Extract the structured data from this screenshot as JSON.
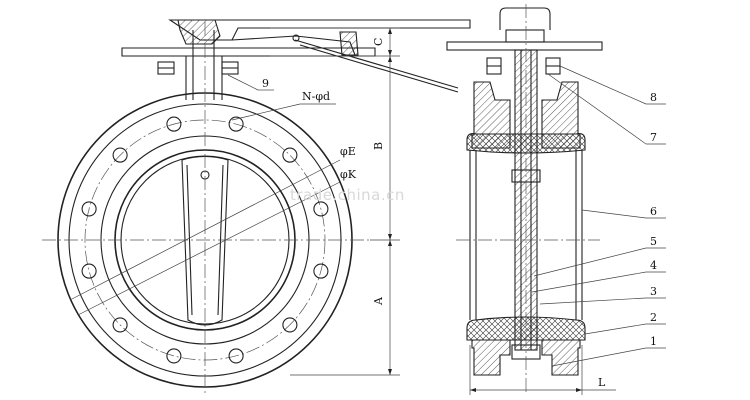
{
  "labels": {
    "n_phi_d": "N-φd",
    "phi_e": "φE",
    "phi_k": "φK",
    "dim_a": "A",
    "dim_b": "B",
    "dim_c": "C",
    "dim_l": "L",
    "part_1": "1",
    "part_2": "2",
    "part_3": "3",
    "part_4": "4",
    "part_5": "5",
    "part_6": "6",
    "part_7": "7",
    "part_8": "8",
    "part_9": "9"
  },
  "watermark": "trade.china.cn",
  "flange_bolt_holes_visible": 12
}
